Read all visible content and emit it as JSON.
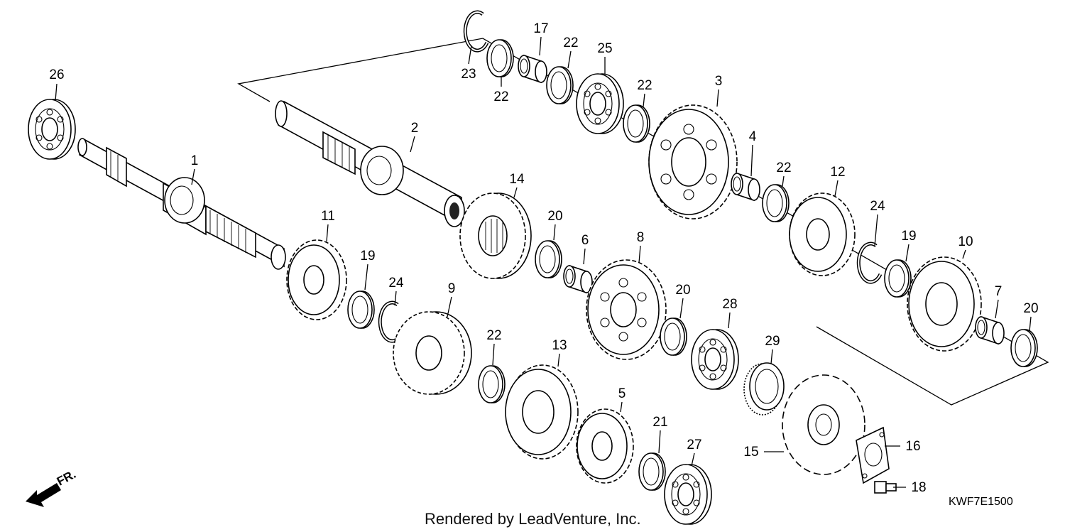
{
  "diagram_code": "KWF7E1500",
  "credit": "Rendered by LeadVenture, Inc.",
  "direction_label": "FR.",
  "callouts": [
    {
      "id": "26",
      "text": "26"
    },
    {
      "id": "1",
      "text": "1"
    },
    {
      "id": "2",
      "text": "2"
    },
    {
      "id": "11",
      "text": "11"
    },
    {
      "id": "19a",
      "text": "19"
    },
    {
      "id": "24a",
      "text": "24"
    },
    {
      "id": "9",
      "text": "9"
    },
    {
      "id": "14",
      "text": "14"
    },
    {
      "id": "20a",
      "text": "20"
    },
    {
      "id": "6",
      "text": "6"
    },
    {
      "id": "8",
      "text": "8"
    },
    {
      "id": "22a",
      "text": "22"
    },
    {
      "id": "13",
      "text": "13"
    },
    {
      "id": "5",
      "text": "5"
    },
    {
      "id": "21",
      "text": "21"
    },
    {
      "id": "27",
      "text": "27"
    },
    {
      "id": "20b",
      "text": "20"
    },
    {
      "id": "28",
      "text": "28"
    },
    {
      "id": "29",
      "text": "29"
    },
    {
      "id": "15",
      "text": "15"
    },
    {
      "id": "16",
      "text": "16"
    },
    {
      "id": "18",
      "text": "18"
    },
    {
      "id": "23",
      "text": "23"
    },
    {
      "id": "22b",
      "text": "22"
    },
    {
      "id": "17",
      "text": "17"
    },
    {
      "id": "22c",
      "text": "22"
    },
    {
      "id": "25",
      "text": "25"
    },
    {
      "id": "22d",
      "text": "22"
    },
    {
      "id": "3",
      "text": "3"
    },
    {
      "id": "4",
      "text": "4"
    },
    {
      "id": "22e",
      "text": "22"
    },
    {
      "id": "12",
      "text": "12"
    },
    {
      "id": "24b",
      "text": "24"
    },
    {
      "id": "19b",
      "text": "19"
    },
    {
      "id": "10",
      "text": "10"
    },
    {
      "id": "7",
      "text": "7"
    },
    {
      "id": "20c",
      "text": "20"
    }
  ]
}
